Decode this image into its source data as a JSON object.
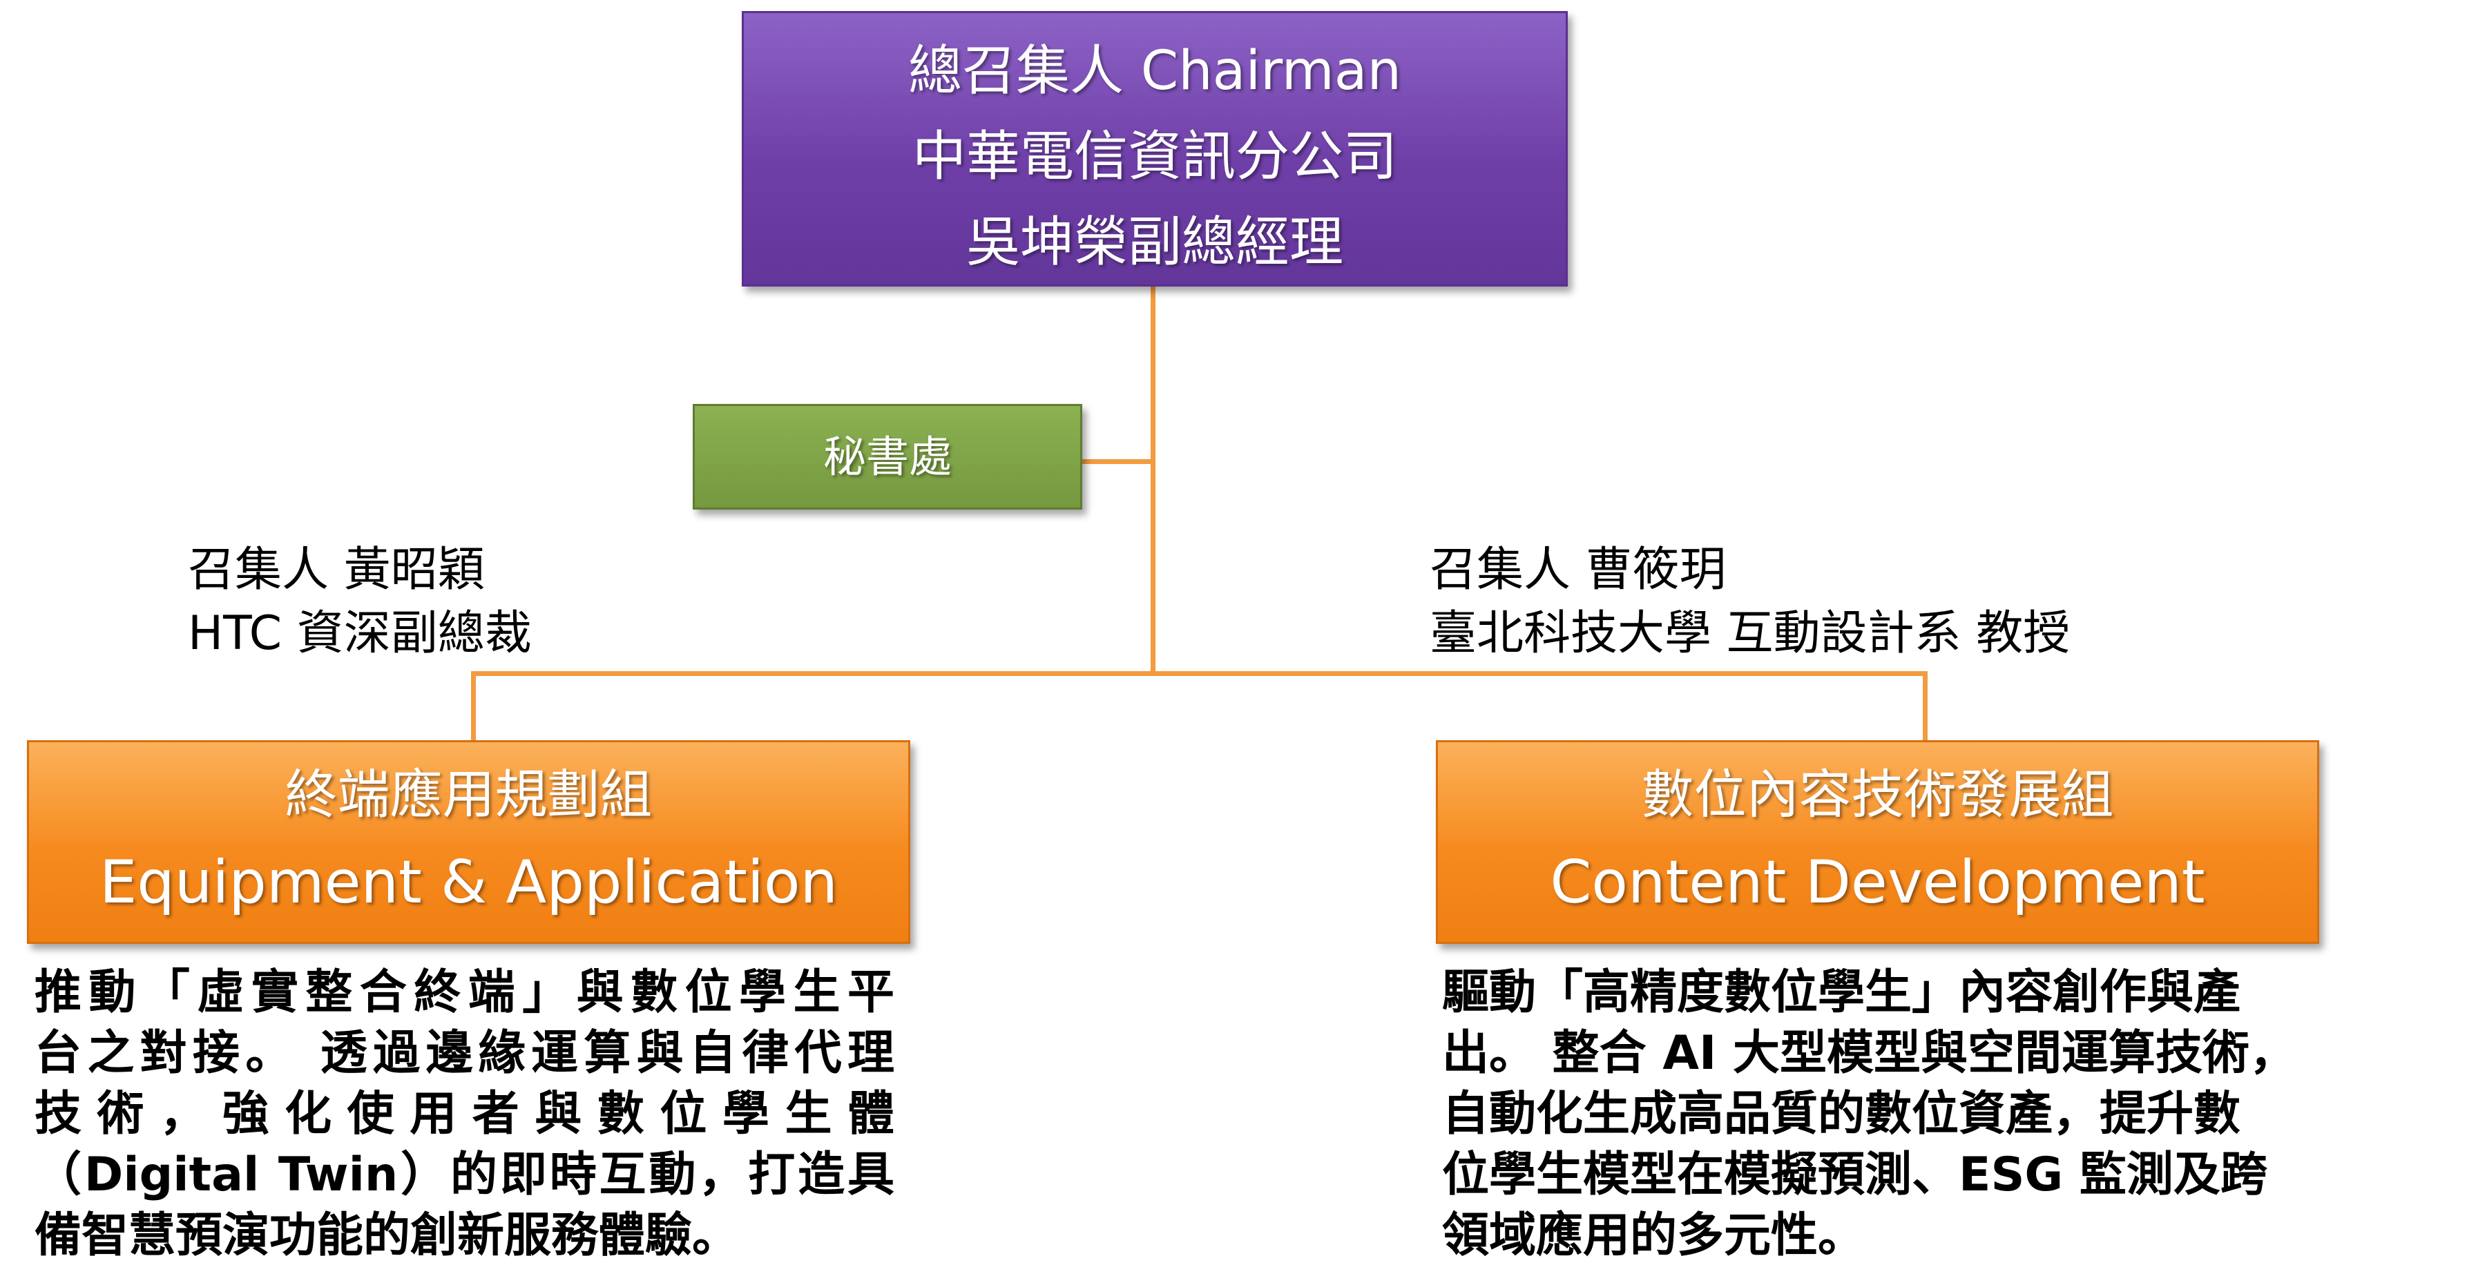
{
  "chairman": {
    "lines": [
      "總召集人 Chairman",
      "中華電信資訊分公司",
      "吳坤榮副總經理"
    ]
  },
  "secretariat": {
    "label": "秘書處"
  },
  "left_group": {
    "convener": [
      "召集人 黃昭穎",
      "HTC 資深副總裁"
    ],
    "title_zh": "終端應用規劃組",
    "title_en": "Equipment & Application",
    "description": [
      "推動「虛實整合終端」與數位學生平",
      "台之對接。 透過邊緣運算與自律代理",
      "技術，強化使用者與數位學生體",
      "（Digital Twin）的即時互動，打造具",
      "備智慧預演功能的創新服務體驗。"
    ]
  },
  "right_group": {
    "convener": [
      "召集人 曹筱玥",
      "臺北科技大學 互動設計系 教授"
    ],
    "title_zh": "數位內容技術發展組",
    "title_en": "Content Development",
    "description": [
      "驅動「高精度數位學生」內容創作與產",
      "出。 整合 AI 大型模型與空間運算技術，",
      "自動化生成高品質的數位資產，提升數",
      "位學生模型在模擬預測、ESG 監測及跨",
      "領域應用的多元性。"
    ]
  },
  "colors": {
    "chairman": "#7a4db5",
    "secretariat": "#7fa347",
    "group": "#f68a1e",
    "connector": "#f39b3f"
  }
}
